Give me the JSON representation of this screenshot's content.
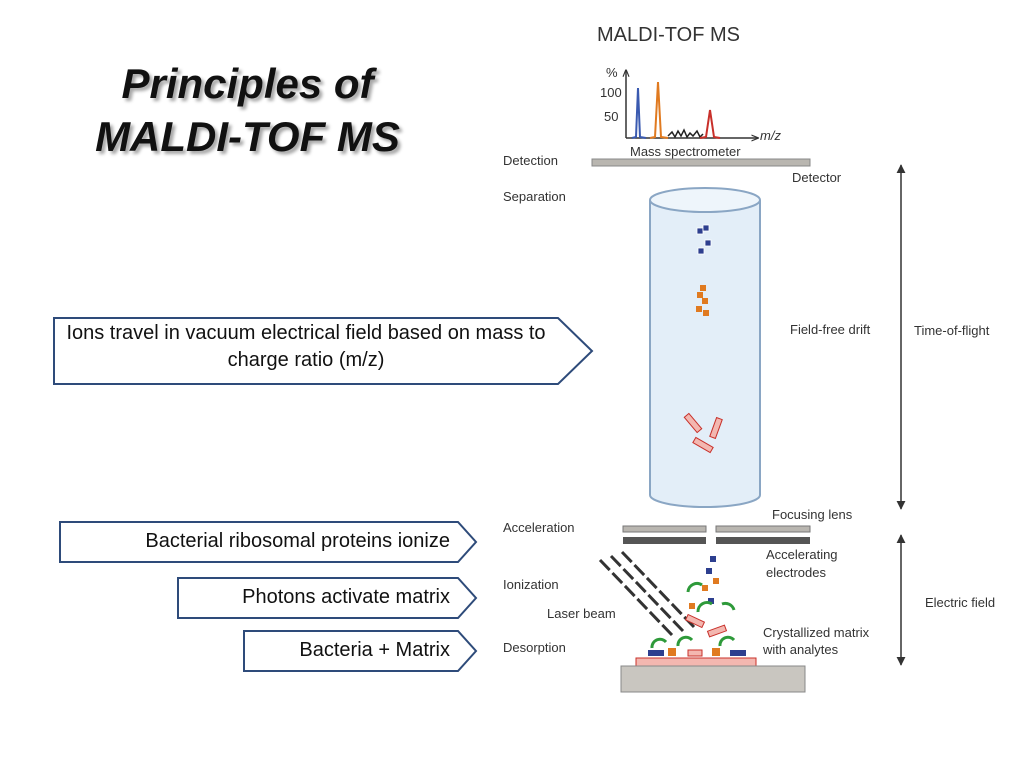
{
  "title": {
    "line1": "Principles of",
    "line2": "MALDI-TOF MS"
  },
  "callouts": {
    "ions": "Ions travel in vacuum electrical field based on mass to charge ratio (m/z)",
    "ionize": "Bacterial ribosomal proteins ionize",
    "photons": "Photons activate matrix",
    "bacteria": "Bacteria + Matrix"
  },
  "diagram": {
    "header": "MALDI-TOF MS",
    "spectrum": {
      "y_unit": "%",
      "y_100": "100",
      "y_50": "50",
      "x_unit": "m/z"
    },
    "labels": {
      "mass_spectrometer": "Mass spectrometer",
      "detection": "Detection",
      "separation": "Separation",
      "detector": "Detector",
      "field_free_drift": "Field-free drift",
      "time_of_flight": "Time-of-flight",
      "acceleration": "Acceleration",
      "focusing_lens": "Focusing lens",
      "accelerating_1": "Accelerating",
      "accelerating_2": "electrodes",
      "ionization": "Ionization",
      "laser_beam": "Laser beam",
      "electric_field": "Electric field",
      "crystallized_1": "Crystallized matrix",
      "crystallized_2": "with analytes",
      "desorption": "Desorption"
    },
    "colors": {
      "outline": "#2e4b7a",
      "spectrum_blue": "#3a5ab0",
      "spectrum_orange": "#e07a20",
      "spectrum_red": "#c8302a",
      "tube_fill": "#e3eef8",
      "tube_stroke": "#8aa6c4",
      "plate": "#c9c6c0"
    }
  }
}
